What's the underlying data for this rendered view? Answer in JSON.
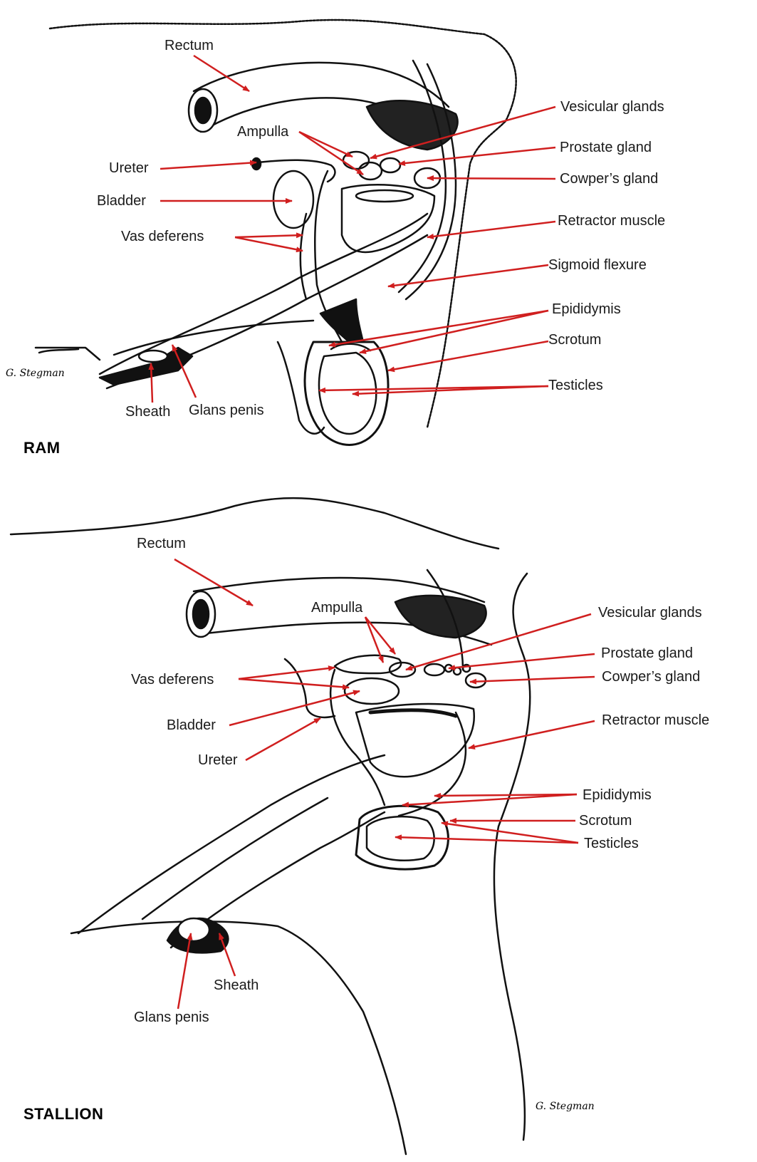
{
  "colors": {
    "arrow": "#d01f1f",
    "ink": "#111111",
    "background": "#ffffff"
  },
  "ram": {
    "title": "RAM",
    "signature": "G. Stegman",
    "labels": {
      "rectum": "Rectum",
      "ampulla": "Ampulla",
      "ureter": "Ureter",
      "bladder": "Bladder",
      "vas_deferens": "Vas deferens",
      "vesicular_glands": "Vesicular glands",
      "prostate_gland": "Prostate gland",
      "cowpers_gland": "Cowper’s gland",
      "retractor_muscle": "Retractor muscle",
      "sigmoid_flexure": "Sigmoid flexure",
      "epididymis": "Epididymis",
      "scrotum": "Scrotum",
      "testicles": "Testicles",
      "sheath": "Sheath",
      "glans_penis": "Glans penis"
    }
  },
  "stallion": {
    "title": "STALLION",
    "signature": "G. Stegman",
    "labels": {
      "rectum": "Rectum",
      "ampulla": "Ampulla",
      "vas_deferens": "Vas deferens",
      "bladder": "Bladder",
      "ureter": "Ureter",
      "vesicular_glands": "Vesicular glands",
      "prostate_gland": "Prostate gland",
      "cowpers_gland": "Cowper’s gland",
      "retractor_muscle": "Retractor muscle",
      "epididymis": "Epididymis",
      "scrotum": "Scrotum",
      "testicles": "Testicles",
      "sheath": "Sheath",
      "glans_penis": "Glans penis"
    }
  }
}
